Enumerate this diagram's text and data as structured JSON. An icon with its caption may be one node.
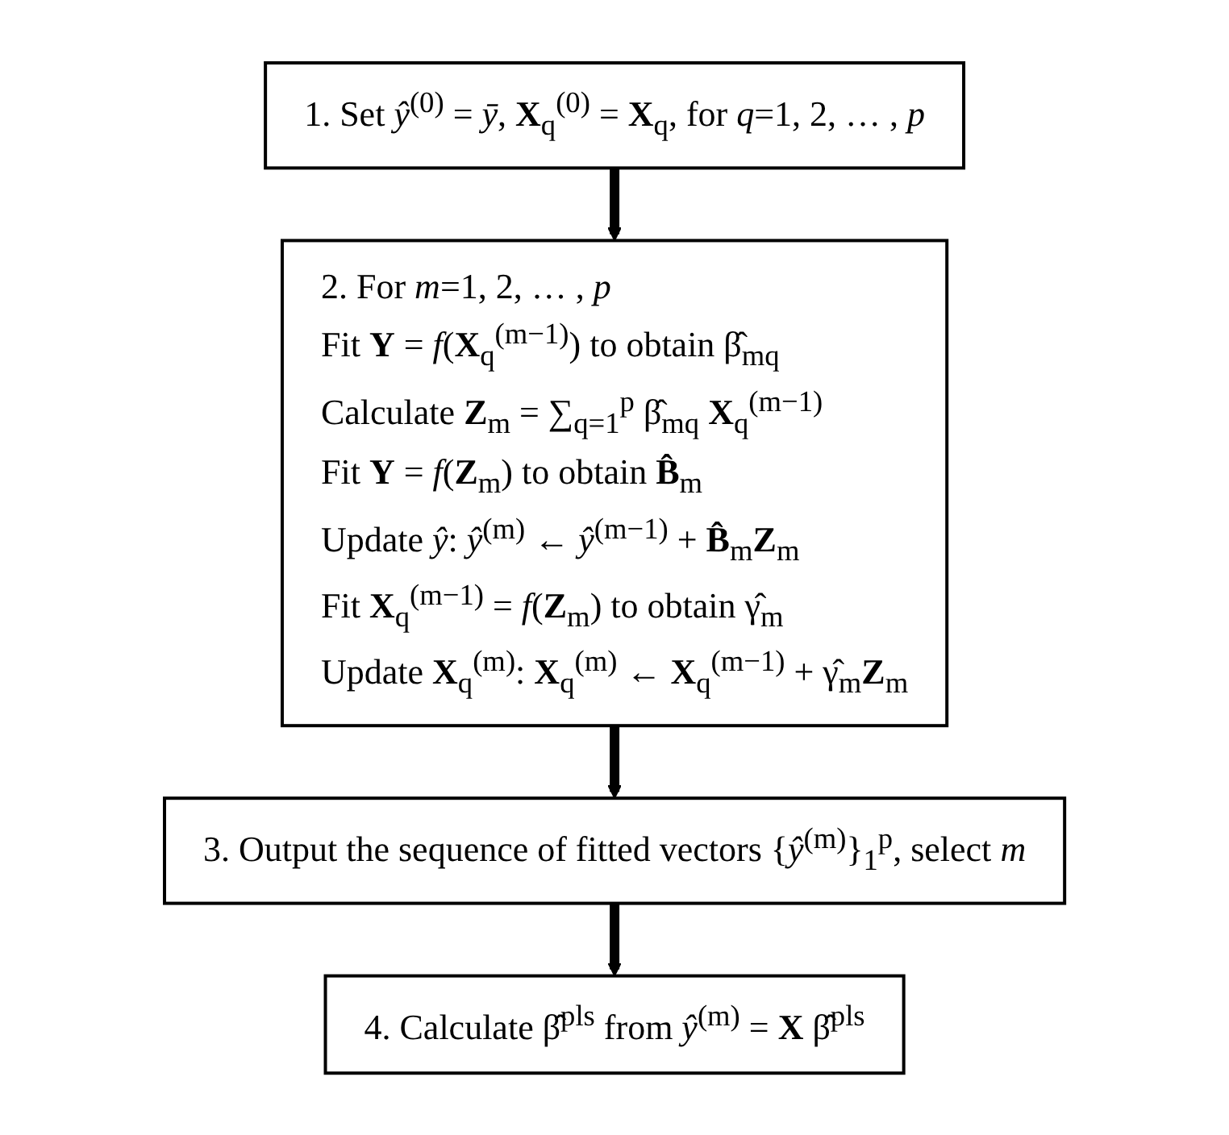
{
  "diagram": {
    "nodes": [
      {
        "text": [
          "1. Set *ŷ*$^{(0)}$ = *ȳ*, **X**$_{q}$$^{(0)}$ = **X**$_{q}$, for *q*=1, 2, … , *p*"
        ]
      },
      {
        "text": [
          "2. For *m*=1, 2, … , *p*",
          "Fit **Y** = *f*(**X**$_{q}$$^{(m−1)}$) to obtain β̂$_{mq}$",
          "Calculate **Z**$_{m}$ = ∑$_{q=1}$$^{p}$ β̂$_{mq}$ **X**$_{q}$$^{(m−1)}$",
          "Fit **Y** = *f*(**Z**$_{m}$) to obtain **B̂**$_{m}$",
          "Update *ŷ*: *ŷ*$^{(m)}$ ← *ŷ*$^{(m−1)}$ + **B̂**$_{m}$**Z**$_{m}$",
          "Fit **X**$_{q}$$^{(m−1)}$ = *f*(**Z**$_{m}$) to obtain γ̂$_{m}$",
          "Update **X**$_{q}$$^{(m)}$: **X**$_{q}$$^{(m)}$ ← **X**$_{q}$$^{(m−1)}$ + γ̂$_{m}$**Z**$_{m}$"
        ]
      },
      {
        "text": [
          "3. Output the sequence of fitted vectors {*ŷ*$^{(m)}$}$_{1}$$^{p}$, select *m*"
        ]
      },
      {
        "text": [
          "4. Calculate β̂$^{pls}$ from *ŷ*$^{(m)}$ = **X** β̂$^{pls}$"
        ]
      }
    ],
    "edges": [
      {
        "from": 0,
        "to": 1,
        "arrow": "to"
      },
      {
        "from": 1,
        "to": 2,
        "arrow": "to"
      },
      {
        "from": 2,
        "to": 3,
        "arrow": "to"
      }
    ]
  }
}
